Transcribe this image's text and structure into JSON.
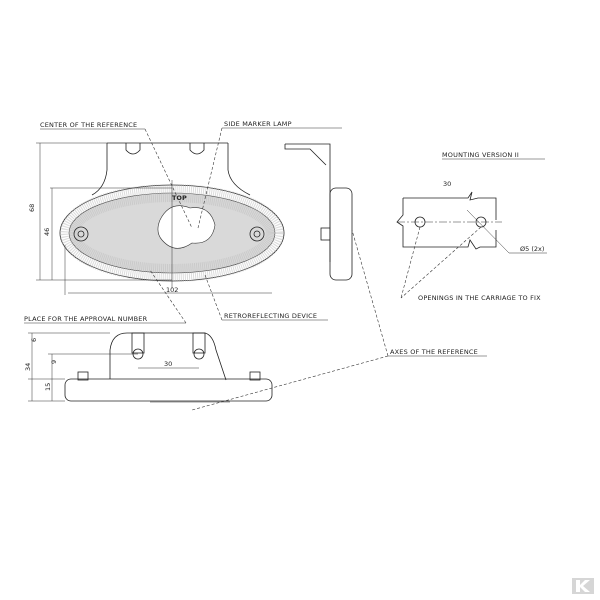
{
  "labels": {
    "center_of_reference": "CENTER OF THE REFERENCE",
    "side_marker_lamp": "SIDE MARKER LAMP",
    "mounting_version": "MOUNTING VERSION II",
    "place_for_approval": "PLACE FOR THE APPROVAL NUMBER",
    "retroreflecting_device": "RETROREFLECTING DEVICE",
    "axes_of_reference": "AXES OF THE REFERENCE",
    "openings": "OPENINGS IN THE CARRIAGE TO FIX",
    "top": "TOP"
  },
  "dimensions": {
    "height_total": "68",
    "height_lens": "46",
    "width": "102",
    "mount_spacing": "30",
    "side_height": "34",
    "side_base": "15",
    "side_top": "6",
    "side_hole": "9",
    "bottom_spacing": "30",
    "hole_diameter": "Ø5 (2x)"
  },
  "logo": "K"
}
